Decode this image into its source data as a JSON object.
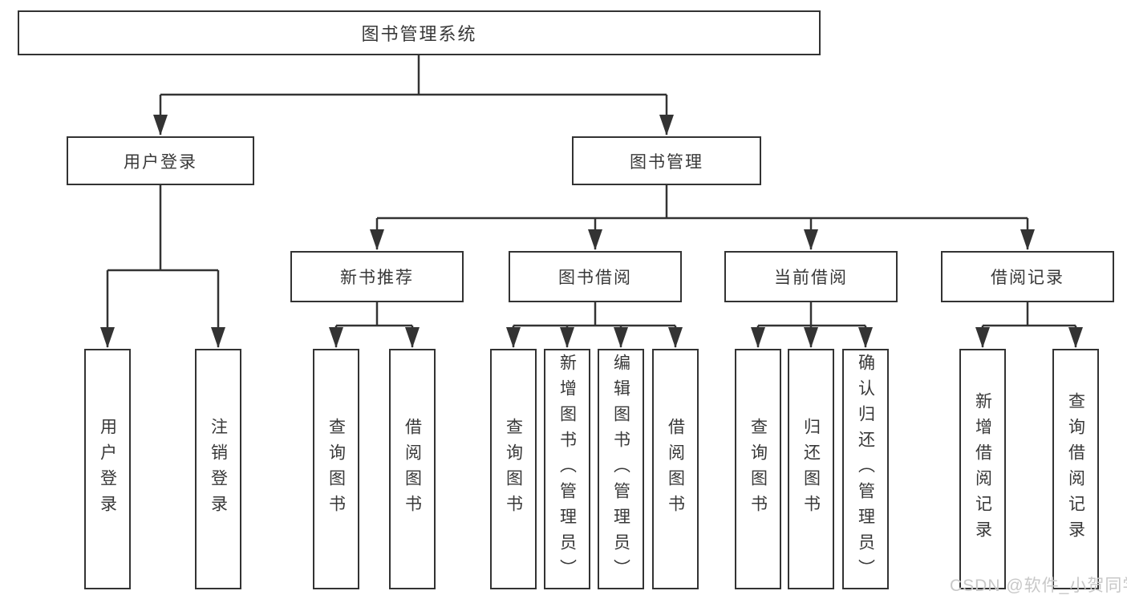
{
  "tree": {
    "label": "图书管理系统",
    "children": [
      {
        "label": "用户登录",
        "children": [
          {
            "label": "用户登录"
          },
          {
            "label": "注销登录"
          }
        ]
      },
      {
        "label": "图书管理",
        "children": [
          {
            "label": "新书推荐",
            "children": [
              {
                "label": "查询图书"
              },
              {
                "label": "借阅图书"
              }
            ]
          },
          {
            "label": "图书借阅",
            "children": [
              {
                "label": "查询图书"
              },
              {
                "label": "新增图书（管理员）"
              },
              {
                "label": "编辑图书（管理员）"
              },
              {
                "label": "借阅图书"
              }
            ]
          },
          {
            "label": "当前借阅",
            "children": [
              {
                "label": "查询图书"
              },
              {
                "label": "归还图书"
              },
              {
                "label": "确认归还（管理员）"
              }
            ]
          },
          {
            "label": "借阅记录",
            "children": [
              {
                "label": "新增借阅记录"
              },
              {
                "label": "查询借阅记录"
              }
            ]
          }
        ]
      }
    ]
  },
  "watermark": {
    "text": "CSDN @软件_小贺同学"
  },
  "colors": {
    "line": "#333333",
    "box_border": "#333333",
    "text": "#383838",
    "background": "#ffffff",
    "watermark": "#c8c8c8"
  }
}
